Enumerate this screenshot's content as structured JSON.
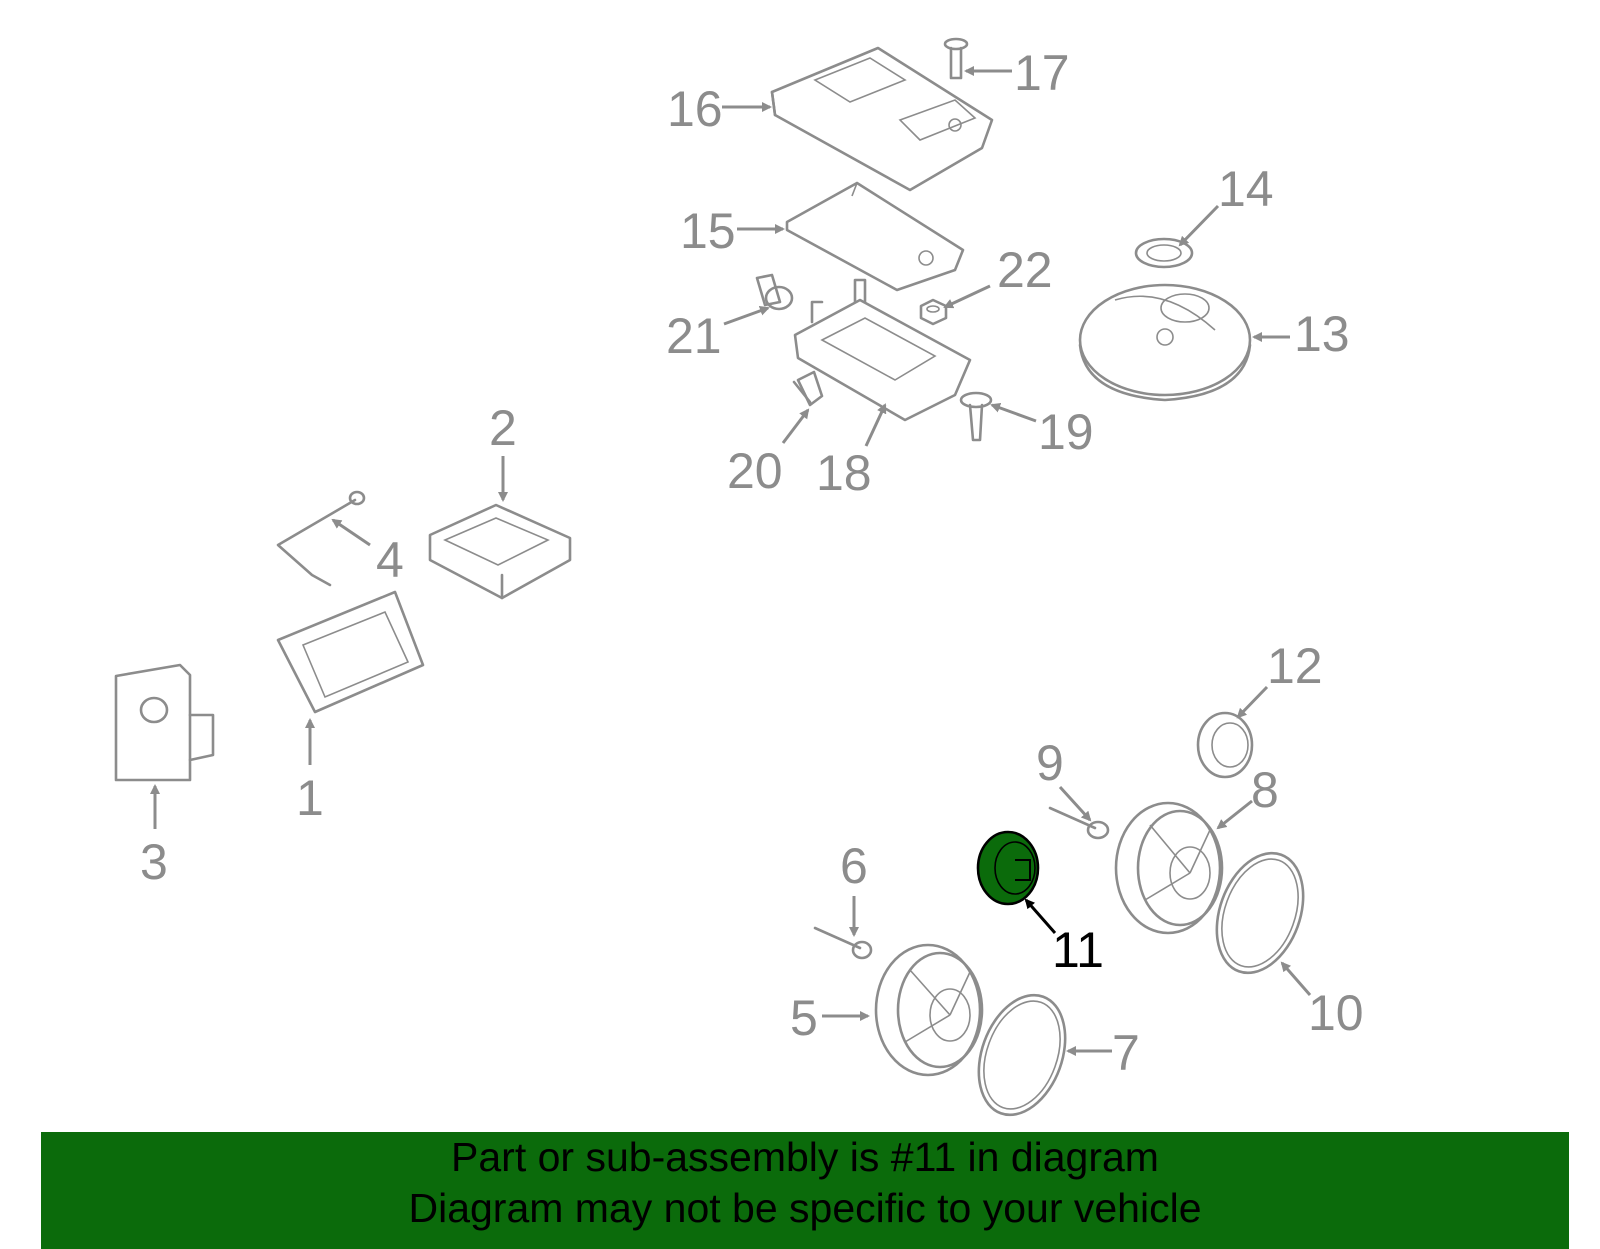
{
  "diagram": {
    "highlight_color": "#0b6b0b",
    "line_color": "#8c8c8c",
    "highlighted_part": "11",
    "callouts": [
      "1",
      "2",
      "3",
      "4",
      "5",
      "6",
      "7",
      "8",
      "9",
      "10",
      "11",
      "12",
      "13",
      "14",
      "15",
      "16",
      "17",
      "18",
      "19",
      "20",
      "21",
      "22"
    ]
  },
  "banner": {
    "background": "#0b6b0b",
    "line1": "Part or sub-assembly is #11 in diagram",
    "line2": "Diagram may not be specific to your vehicle"
  }
}
